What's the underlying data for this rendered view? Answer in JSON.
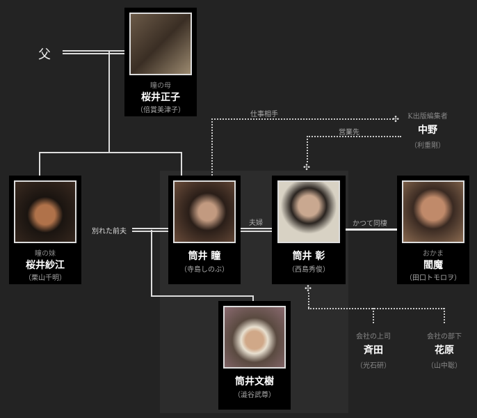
{
  "father_label": "父",
  "relations": {
    "work_partner": "仕事相手",
    "client": "営業先",
    "ex_husband": "別れた前夫",
    "married": "夫婦",
    "lived_together": "かつて同棲"
  },
  "people": {
    "mother": {
      "role": "瞳の母",
      "name": "桜井正子",
      "actor": "（倍賞美津子）"
    },
    "sister": {
      "role": "瞳の妹",
      "name": "桜井紗江",
      "actor": "（栗山千明）"
    },
    "hitomi": {
      "name": "筒井 瞳",
      "actor": "（寺島しのぶ）"
    },
    "akira": {
      "name": "筒井 彰",
      "actor": "（西島秀俊）"
    },
    "okama": {
      "role": "おかま",
      "name": "閻魔",
      "actor": "（田口トモロヲ）"
    },
    "son": {
      "name": "筒井文樹",
      "actor": "（澁谷武尊）"
    },
    "nakano": {
      "role": "K出版編集者",
      "name": "中野",
      "actor": "（利重剛）"
    },
    "saita": {
      "role": "会社の上司",
      "name": "斉田",
      "actor": "（光石研）"
    },
    "hanahara": {
      "role": "会社の部下",
      "name": "花原",
      "actor": "（山中聡）"
    }
  },
  "colors": {
    "background": "#232323",
    "panel": "#2c2c2c",
    "card": "#000000",
    "line": "#dddddd"
  }
}
